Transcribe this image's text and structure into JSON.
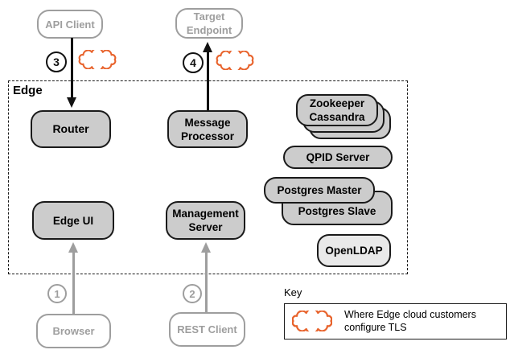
{
  "colors": {
    "tls_cloud_orange": "#e8632c",
    "node_fill": "#cccccc",
    "node_border": "#1a1a1a",
    "external_gray": "#9e9e9e",
    "openldap_fill": "#e9e9e9"
  },
  "edge_label": "Edge",
  "nodes": {
    "api_client": "API Client",
    "target_endpoint": "Target Endpoint",
    "router": "Router",
    "message_processor": "Message Processor",
    "edge_ui": "Edge UI",
    "management_server": "Management Server",
    "zookeeper": "Zookeeper",
    "cassandra": "Cassandra",
    "qpid_server": "QPID Server",
    "postgres_master": "Postgres Master",
    "postgres_slave": "Postgres Slave",
    "openldap": "OpenLDAP",
    "browser": "Browser",
    "rest_client": "REST Client"
  },
  "steps": {
    "one": "1",
    "two": "2",
    "three": "3",
    "four": "4"
  },
  "key": {
    "title": "Key",
    "line1": "Where Edge cloud customers",
    "line2": "configure TLS"
  }
}
